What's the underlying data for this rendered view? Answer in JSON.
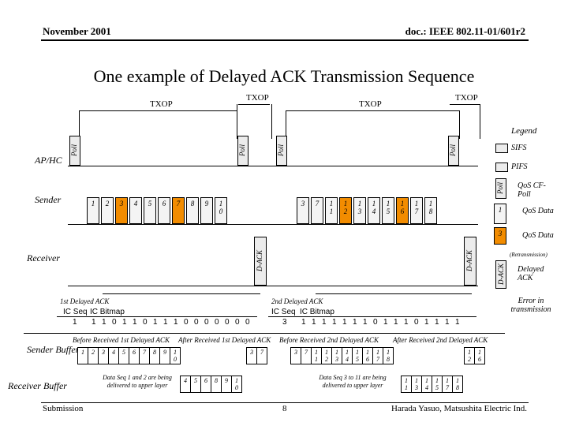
{
  "header": {
    "date": "November 2001",
    "doc": "doc.: IEEE 802.11-01/601r2"
  },
  "title": "One example of Delayed ACK Transmission Sequence",
  "txop_labels": [
    "TXOP",
    "TXOP",
    "TXOP",
    "TXOP"
  ],
  "rows": {
    "ap": "AP/HC",
    "sender": "Sender",
    "receiver": "Receiver"
  },
  "poll_label": "Poll",
  "packets_first": [
    "1",
    "2",
    "3",
    "4",
    "5",
    "6",
    "7",
    "8",
    "9",
    "10"
  ],
  "packets_second": [
    "3",
    "7",
    "11",
    "12",
    "13",
    "14",
    "15",
    "16",
    "17",
    "18"
  ],
  "dack_label": "D-ACK",
  "legend": {
    "title": "Legend",
    "sifs": "SIFS",
    "pifs": "PIFS",
    "qos_cf_poll": "QoS CF-Poll",
    "qos_data_num": "1",
    "qos_data": "QoS Data",
    "retrans_num": "3",
    "qos_data_retrans": "QoS Data",
    "retrans_note": "(Retransmission)",
    "delayed_ack": "Delayed ACK",
    "error": "Error in transmission"
  },
  "dack1": {
    "title": "1st Delayed ACK",
    "seq_hdr": "IC Seq",
    "bitmap_hdr": "IC Bitmap",
    "seq": "1",
    "bits": [
      "1",
      "1",
      "0",
      "1",
      "1",
      "0",
      "1",
      "1",
      "1",
      "0",
      "0",
      "0",
      "0",
      "0",
      "0",
      "0"
    ]
  },
  "dack2": {
    "title": "2nd Delayed ACK",
    "seq_hdr": "IC Seq",
    "bitmap_hdr": "IC Bitmap",
    "seq": "3",
    "bits": [
      "1",
      "1",
      "1",
      "1",
      "1",
      "1",
      "1",
      "0",
      "1",
      "1",
      "1",
      "0",
      "1",
      "1",
      "1",
      "1"
    ]
  },
  "buffer_labels": {
    "before1": "Before Received 1st Delayed ACK",
    "after1": "After Received 1st Delayed ACK",
    "before2": "Before Received 2nd Delayed ACK",
    "after2": "After Received 2nd Delayed ACK",
    "sender": "Sender Buffer",
    "receiver": "Receiver Buffer"
  },
  "sender_buf_before1": [
    "1",
    "2",
    "3",
    "4",
    "5",
    "6",
    "7",
    "8",
    "9",
    "10"
  ],
  "sender_buf_after1": [
    "3",
    "7"
  ],
  "sender_buf_before2": [
    "3",
    "7",
    "11",
    "12",
    "13",
    "14",
    "15",
    "16",
    "17",
    "18"
  ],
  "sender_buf_after2": [
    "12",
    "16"
  ],
  "receiver_buf_1": [
    "4",
    "5",
    "6",
    "8",
    "9",
    "10"
  ],
  "receiver_buf_2": [
    "11",
    "13",
    "14",
    "15",
    "17",
    "18"
  ],
  "notes": {
    "deliver1": "Data Seq 1 and 2 are being delivered to upper layer",
    "deliver2": "Data Seq 3 to 11 are being delivered to upper layer"
  },
  "footer": {
    "left": "Submission",
    "page": "8",
    "right": "Harada Yasuo, Matsushita Electric Ind."
  }
}
